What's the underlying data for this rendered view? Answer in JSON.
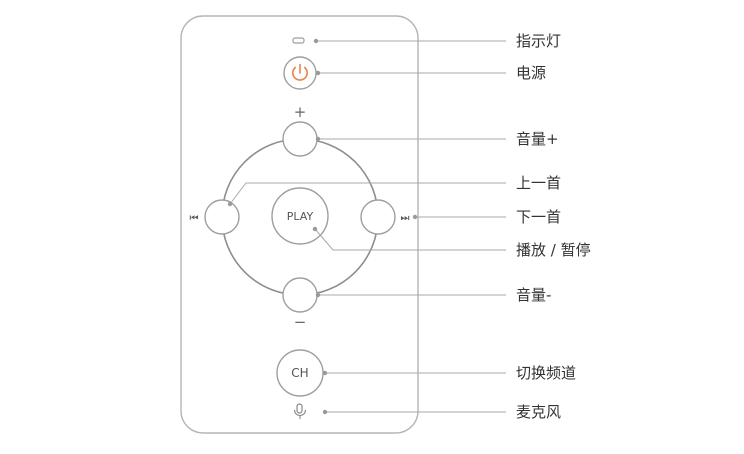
{
  "remote": {
    "play_label": "PLAY",
    "ch_label": "CH",
    "plus_symbol": "+",
    "minus_symbol": "−",
    "prev_symbol": "⏮",
    "next_symbol": "⏭"
  },
  "callouts": {
    "indicator": "指示灯",
    "power": "电源",
    "volume_up": "音量+",
    "previous": "上一首",
    "next": "下一首",
    "play_pause": "播放 / 暂停",
    "volume_down": "音量-",
    "channel": "切换频道",
    "microphone": "麦克风"
  },
  "colors": {
    "power_accent": "#e8844a",
    "outline": "#9e9e9e",
    "leader": "#a8a8a8"
  },
  "icons": {
    "power": "power-icon",
    "microphone": "microphone-icon",
    "indicator": "indicator-light-icon"
  }
}
